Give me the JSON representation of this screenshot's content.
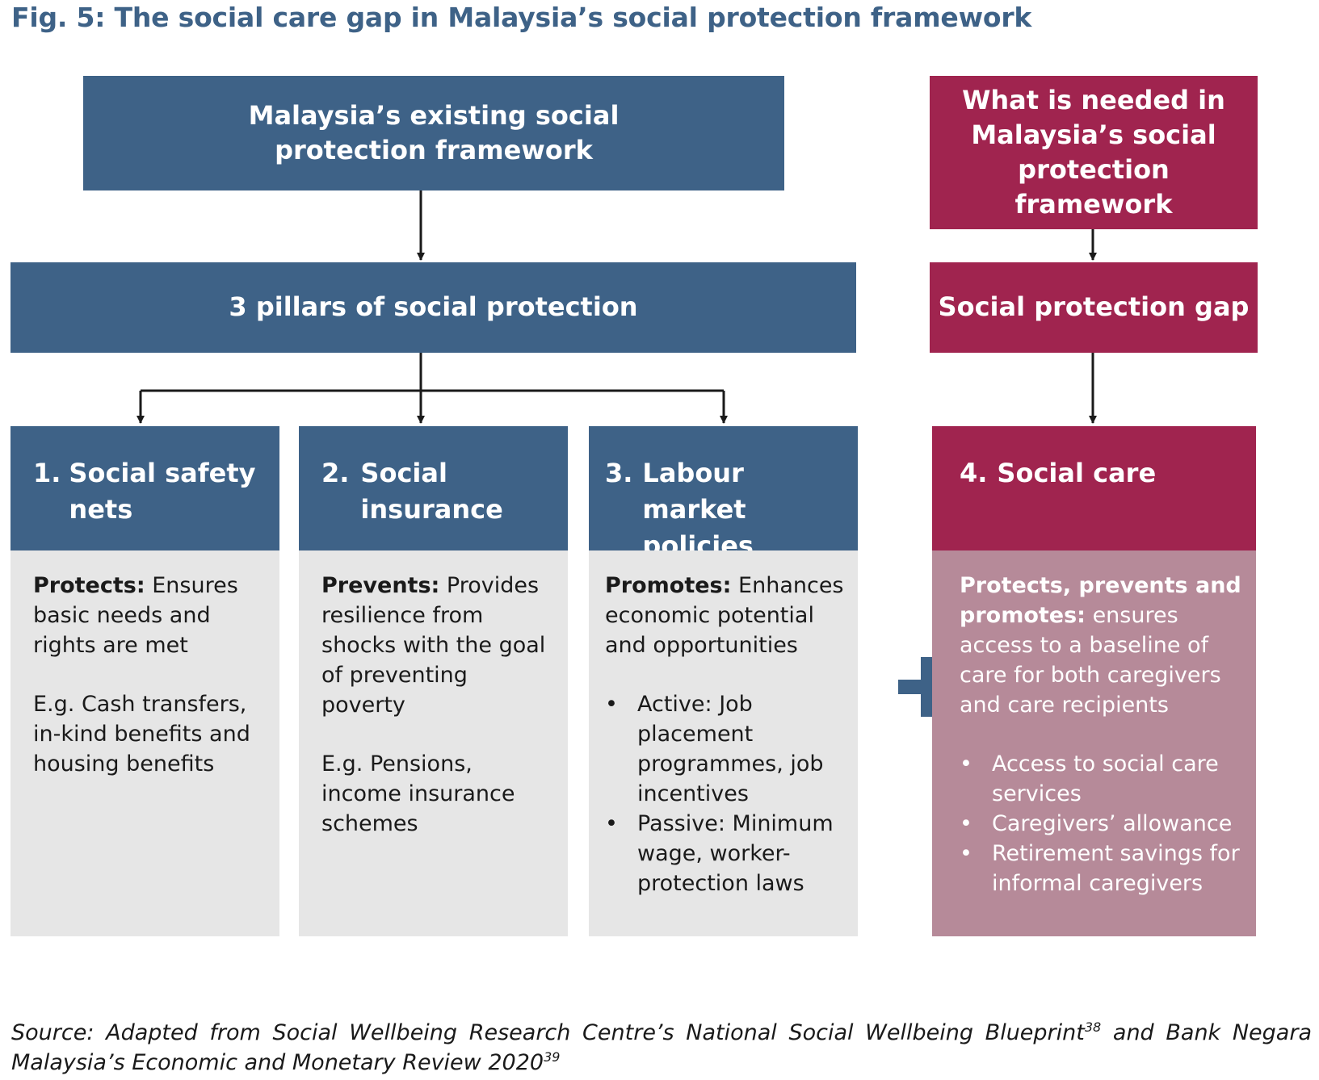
{
  "title": "Fig. 5: The social care gap in Malaysia’s social protection framework",
  "existing_box": "Malaysia’s existing social protection framework",
  "needed_box": "What is needed in Malaysia’s social protection framework",
  "pillars_box": "3 pillars of social protection",
  "gap_box": "Social protection gap",
  "pillars": [
    {
      "number": "1.",
      "heading": "Social safety nets",
      "lead": "Protects:",
      "desc": "Ensures basic needs and rights are met",
      "example": "E.g. Cash transfers, in-kind benefits and housing benefits"
    },
    {
      "number": "2.",
      "heading": "Social insurance",
      "lead": "Prevents:",
      "desc": "Provides resilience from shocks with the goal of preventing poverty",
      "example": "E.g. Pensions, income insurance schemes"
    },
    {
      "number": "3.",
      "heading": "Labour market policies",
      "lead": "Promotes:",
      "desc": "Enhances economic potential and opportunities",
      "bullets": [
        "Active: Job placement programmes, job incentives",
        "Passive: Minimum wage, worker-protection laws"
      ]
    },
    {
      "number": "4.",
      "heading": "Social care",
      "lead": "Protects, prevents and promotes:",
      "desc": "ensures access to a baseline of care for both caregivers and care recipients",
      "bullets": [
        "Access to social care services",
        "Caregivers’ allowance",
        "Retirement savings for informal caregivers"
      ]
    }
  ],
  "bullet_char": "•",
  "plus_symbol": "plus-icon",
  "source": {
    "part1": "Source: Adapted from Social Wellbeing Research Centre’s National Social Wellbeing Blueprint",
    "ref1": "38",
    "part2": " and Bank Negara Malaysia’s Economic and Monetary Review 2020",
    "ref2": "39"
  },
  "colors": {
    "blue": "#3e6287",
    "crimson": "#a0244f",
    "grey": "#e6e6e6",
    "pink": "#b68a99"
  }
}
